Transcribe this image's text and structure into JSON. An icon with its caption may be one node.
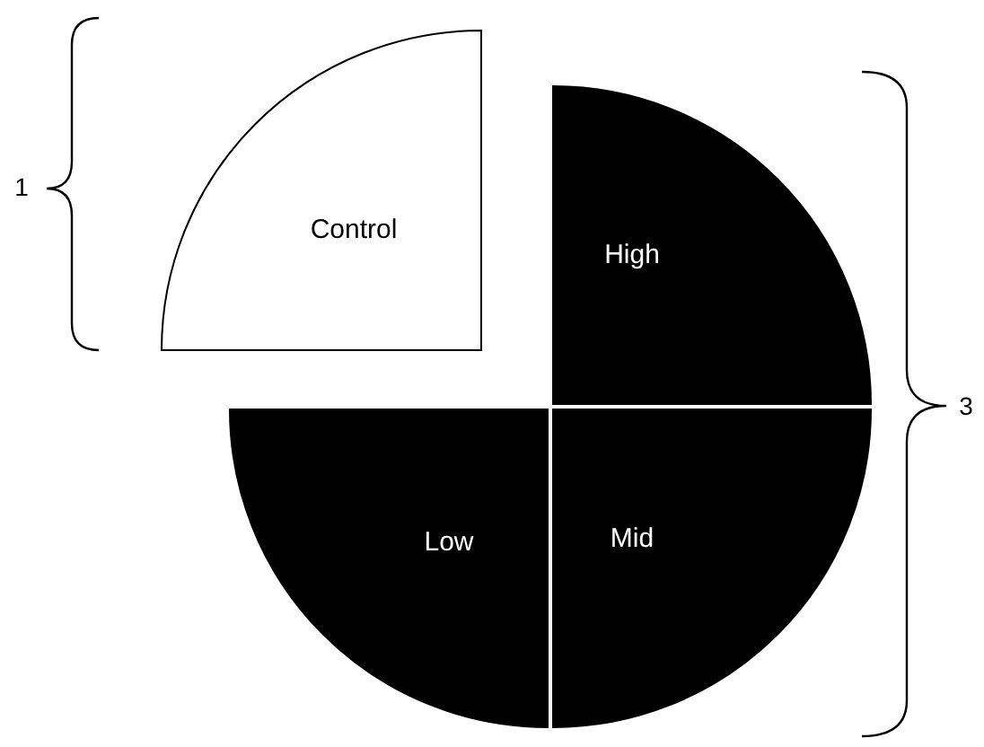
{
  "diagram": {
    "nodes": [
      {
        "text": [
          "Control"
        ]
      },
      {
        "text": [
          "High"
        ]
      },
      {
        "text": [
          "Low"
        ]
      },
      {
        "text": [
          "Mid"
        ]
      }
    ],
    "labels": [
      "1",
      "3"
    ]
  }
}
